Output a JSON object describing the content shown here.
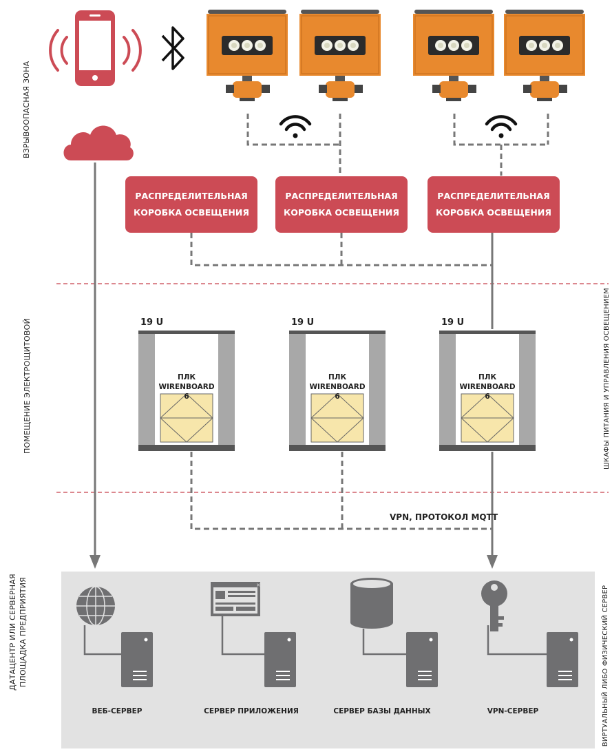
{
  "zones": {
    "hazard": "ВЗРЫВООПАСНАЯ ЗОНА",
    "electrical": "ПОМЕЩЕНИЕ ЭЛЕКТРОЩИТОВОЙ",
    "datacenter_line1": "ДАТАЦЕНТР ИЛИ СЕРВЕРНАЯ",
    "datacenter_line2": "ПЛОЩАДКА ПРЕДПРИЯТИЯ"
  },
  "side_labels": {
    "cabinets": "ШКАФЫ ПИТАНИЯ И УПРАВЛЕНИЯ ОСВЕЩЕНИЕМ",
    "server": "ВИРТУАЛЬНЫЙ ЛИБО ФИЗИЧЕСКИЙ СЕРВЕР"
  },
  "junction_boxes": [
    {
      "line1": "РАСПРЕДЕЛИТЕЛЬНАЯ",
      "line2": "КОРОБКА ОСВЕЩЕНИЯ"
    },
    {
      "line1": "РАСПРЕДЕЛИТЕЛЬНАЯ",
      "line2": "КОРОБКА ОСВЕЩЕНИЯ"
    },
    {
      "line1": "РАСПРЕДЕЛИТЕЛЬНАЯ",
      "line2": "КОРОБКА ОСВЕЩЕНИЯ"
    }
  ],
  "cabinets": [
    {
      "rack": "19 U",
      "plc_line1": "ПЛК",
      "plc_line2": "WIRENBOARD 6"
    },
    {
      "rack": "19 U",
      "plc_line1": "ПЛК",
      "plc_line2": "WIRENBOARD 6"
    },
    {
      "rack": "19 U",
      "plc_line1": "ПЛК",
      "plc_line2": "WIRENBOARD 6"
    }
  ],
  "vpn_label": "VPN, ПРОТОКОЛ MQTT",
  "servers": [
    {
      "label": "ВЕБ-СЕРВЕР",
      "icon": "globe-icon"
    },
    {
      "label": "СЕРВЕР ПРИЛОЖЕНИЯ",
      "icon": "app-window-icon"
    },
    {
      "label": "СЕРВЕР БАЗЫ ДАННЫХ",
      "icon": "database-icon"
    },
    {
      "label": "VPN-СЕРВЕР",
      "icon": "key-icon"
    }
  ],
  "colors": {
    "accent_red": "#cc4b55",
    "lamp_orange": "#e8892e",
    "dash_gray": "#777777",
    "server_gray": "#6f6f71",
    "panel_bg": "#e2e2e2",
    "plc_yellow": "#f7e6ab"
  }
}
